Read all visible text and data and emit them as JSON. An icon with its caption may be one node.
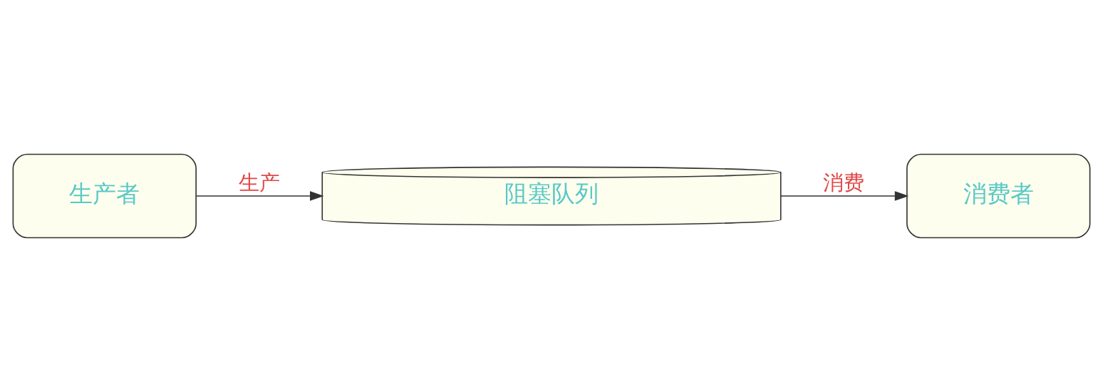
{
  "diagram": {
    "nodes": [
      {
        "text": [
          "生产者"
        ]
      },
      {
        "text": [
          "阻塞队列"
        ]
      },
      {
        "text": [
          "消费者"
        ]
      }
    ],
    "edges": [
      {
        "from": 0,
        "to": 1,
        "arrow": "to",
        "label": "生产"
      },
      {
        "from": 1,
        "to": 2,
        "arrow": "to",
        "label": "消费"
      }
    ]
  }
}
